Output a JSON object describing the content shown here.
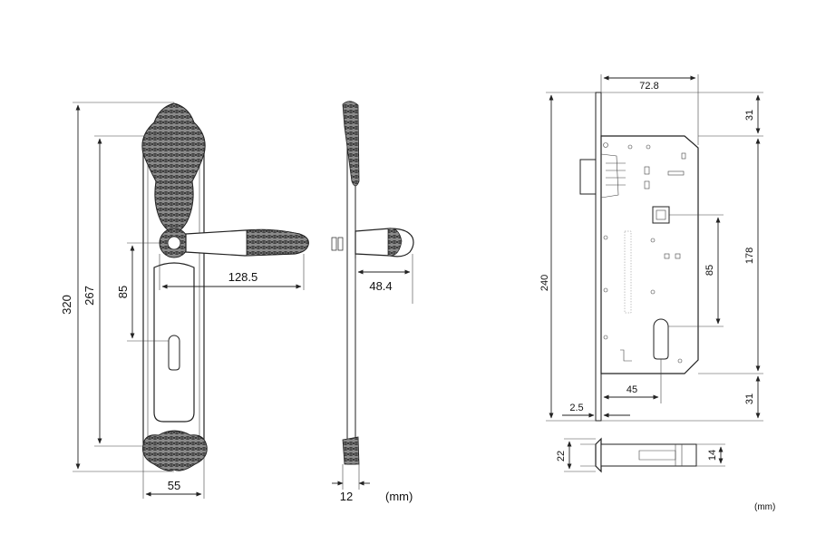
{
  "front_view": {
    "height_total": "320",
    "height_inner": "267",
    "handle_to_keyhole": "85",
    "handle_length": "128.5",
    "plate_width": "55"
  },
  "side_view": {
    "handle_projection": "48.4",
    "plate_thickness": "12",
    "unit_label": "(mm)"
  },
  "lock_body": {
    "depth": "72.8",
    "height": "240",
    "top_offset": "31",
    "bottom_offset": "31",
    "case_height": "178",
    "center_distance": "85",
    "backset": "45",
    "faceplate_thickness": "2.5",
    "latch_height": "22",
    "latch_thickness": "14",
    "unit_label": "(mm)"
  },
  "colors": {
    "line": "#222222",
    "ornament": "#3a3a3a"
  }
}
